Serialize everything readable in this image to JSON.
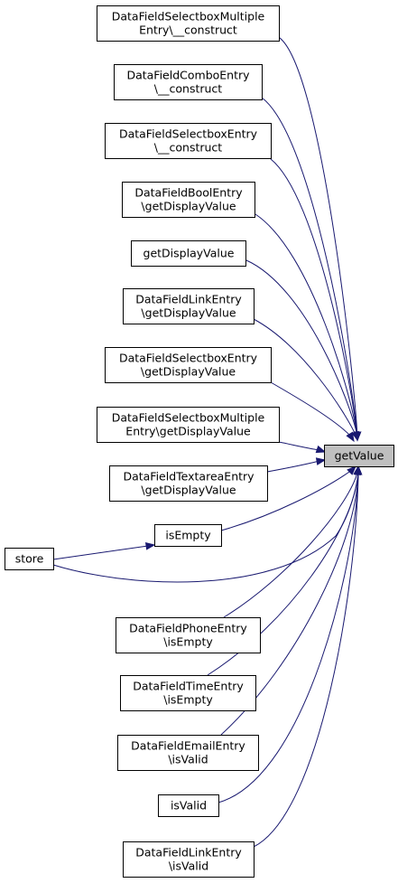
{
  "diagram": {
    "type": "call-graph",
    "focus_node": "getValue",
    "nodes": [
      {
        "id": "selmulti_construct",
        "lines": [
          "DataFieldSelectboxMultiple",
          "Entry\\__construct"
        ]
      },
      {
        "id": "combo_construct",
        "lines": [
          "DataFieldComboEntry",
          "\\__construct"
        ]
      },
      {
        "id": "selectbox_construct",
        "lines": [
          "DataFieldSelectboxEntry",
          "\\__construct"
        ]
      },
      {
        "id": "bool_getdisplay",
        "lines": [
          "DataFieldBoolEntry",
          "\\getDisplayValue"
        ]
      },
      {
        "id": "getdisplay",
        "lines": [
          "getDisplayValue"
        ]
      },
      {
        "id": "link_getdisplay",
        "lines": [
          "DataFieldLinkEntry",
          "\\getDisplayValue"
        ]
      },
      {
        "id": "selectbox_getdisplay",
        "lines": [
          "DataFieldSelectboxEntry",
          "\\getDisplayValue"
        ]
      },
      {
        "id": "selmulti_getdisplay",
        "lines": [
          "DataFieldSelectboxMultiple",
          "Entry\\getDisplayValue"
        ]
      },
      {
        "id": "textarea_getdisplay",
        "lines": [
          "DataFieldTextareaEntry",
          "\\getDisplayValue"
        ]
      },
      {
        "id": "isempty",
        "lines": [
          "isEmpty"
        ]
      },
      {
        "id": "store",
        "lines": [
          "store"
        ]
      },
      {
        "id": "phone_isempty",
        "lines": [
          "DataFieldPhoneEntry",
          "\\isEmpty"
        ]
      },
      {
        "id": "time_isempty",
        "lines": [
          "DataFieldTimeEntry",
          "\\isEmpty"
        ]
      },
      {
        "id": "email_isvalid",
        "lines": [
          "DataFieldEmailEntry",
          "\\isValid"
        ]
      },
      {
        "id": "isvalid",
        "lines": [
          "isValid"
        ]
      },
      {
        "id": "link_isvalid",
        "lines": [
          "DataFieldLinkEntry",
          "\\isValid"
        ]
      },
      {
        "id": "getvalue",
        "lines": [
          "getValue"
        ]
      }
    ],
    "edges": [
      {
        "from": "selmulti_construct",
        "to": "getvalue"
      },
      {
        "from": "combo_construct",
        "to": "getvalue"
      },
      {
        "from": "selectbox_construct",
        "to": "getvalue"
      },
      {
        "from": "bool_getdisplay",
        "to": "getvalue"
      },
      {
        "from": "getdisplay",
        "to": "getvalue"
      },
      {
        "from": "link_getdisplay",
        "to": "getvalue"
      },
      {
        "from": "selectbox_getdisplay",
        "to": "getvalue"
      },
      {
        "from": "selmulti_getdisplay",
        "to": "getvalue"
      },
      {
        "from": "textarea_getdisplay",
        "to": "getvalue"
      },
      {
        "from": "isempty",
        "to": "getvalue"
      },
      {
        "from": "store",
        "to": "isempty"
      },
      {
        "from": "store",
        "to": "getvalue"
      },
      {
        "from": "phone_isempty",
        "to": "getvalue"
      },
      {
        "from": "time_isempty",
        "to": "getvalue"
      },
      {
        "from": "email_isvalid",
        "to": "getvalue"
      },
      {
        "from": "isvalid",
        "to": "getvalue"
      },
      {
        "from": "link_isvalid",
        "to": "getvalue"
      }
    ],
    "colors": {
      "edge": "#191970",
      "focus_fill": "#bfbfbf",
      "node_fill": "#ffffff",
      "node_stroke": "#000000"
    }
  }
}
